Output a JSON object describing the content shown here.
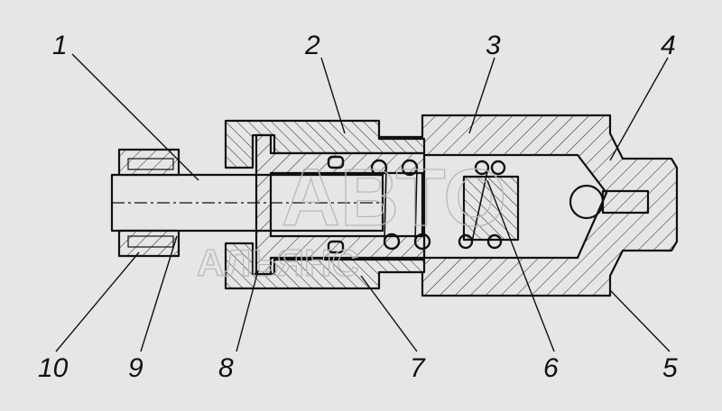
{
  "diagram": {
    "callouts": [
      {
        "id": "1",
        "label": "1"
      },
      {
        "id": "2",
        "label": "2"
      },
      {
        "id": "3",
        "label": "3"
      },
      {
        "id": "4",
        "label": "4"
      },
      {
        "id": "5",
        "label": "5"
      },
      {
        "id": "6",
        "label": "6"
      },
      {
        "id": "7",
        "label": "7"
      },
      {
        "id": "8",
        "label": "8"
      },
      {
        "id": "9",
        "label": "9"
      },
      {
        "id": "10",
        "label": "10"
      }
    ],
    "watermark": {
      "line1": "АВТО",
      "line2": "АЛЬЯНС"
    },
    "colors": {
      "background": "#e6e6e6",
      "line": "#111111",
      "watermark": "#b9b9b9"
    }
  }
}
